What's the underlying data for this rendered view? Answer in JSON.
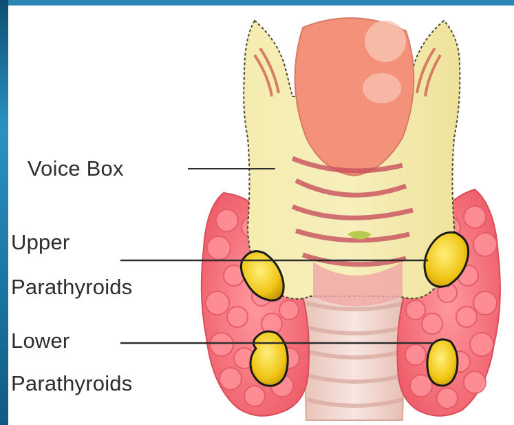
{
  "diagram": {
    "labels": {
      "voice_box": "Voice Box",
      "upper_line1": "Upper",
      "upper_line2": "Parathyroids",
      "lower_line1": "Lower",
      "lower_line2": "Parathyroids"
    },
    "colors": {
      "background_blue": "#1c6f9a",
      "panel": "#ffffff",
      "thyroid": "#f06a72",
      "cartilage": "#f2eaa6",
      "parathyroid": "#f1cf1f",
      "trachea": "#f2d9d2",
      "interior": "#f3917a"
    }
  }
}
